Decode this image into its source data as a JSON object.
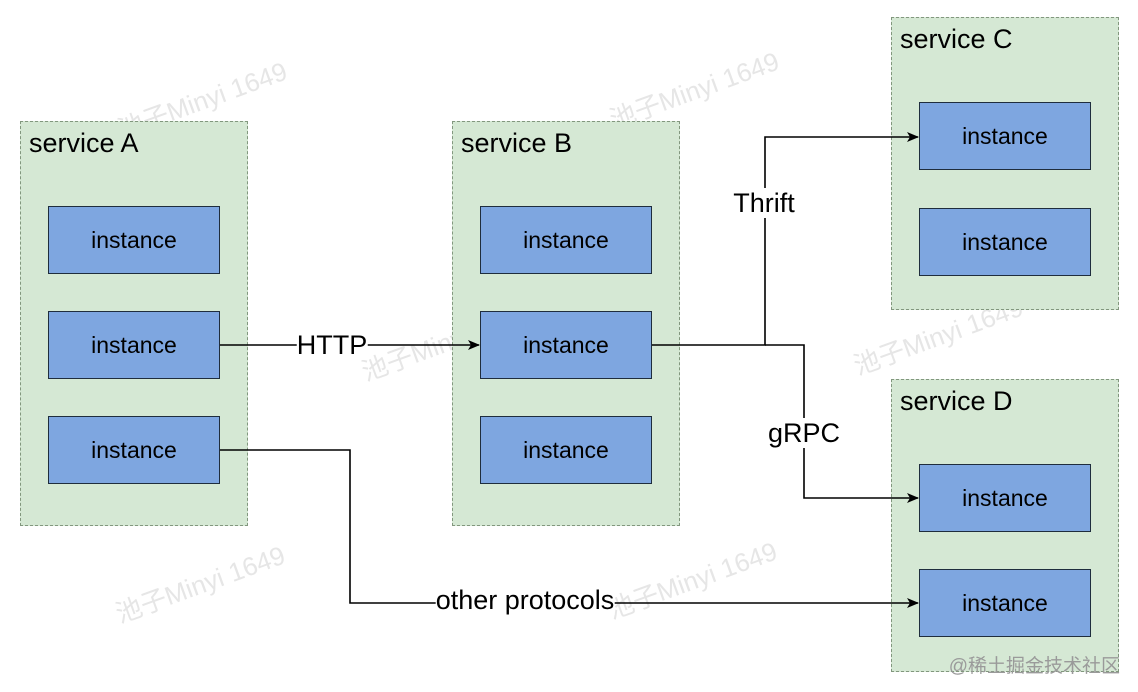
{
  "services": {
    "a": {
      "title": "service A",
      "instances": [
        "instance",
        "instance",
        "instance"
      ]
    },
    "b": {
      "title": "service B",
      "instances": [
        "instance",
        "instance",
        "instance"
      ]
    },
    "c": {
      "title": "service C",
      "instances": [
        "instance",
        "instance"
      ]
    },
    "d": {
      "title": "service D",
      "instances": [
        "instance",
        "instance"
      ]
    }
  },
  "edges": {
    "http": "HTTP",
    "thrift": "Thrift",
    "grpc": "gRPC",
    "other": "other protocols"
  },
  "watermark": "池子Minyi 1649",
  "footer": "@稀土掘金技术社区",
  "colors": {
    "service_fill": "#d5e8d4",
    "instance_fill": "#7ea6e0",
    "line": "#000000"
  }
}
